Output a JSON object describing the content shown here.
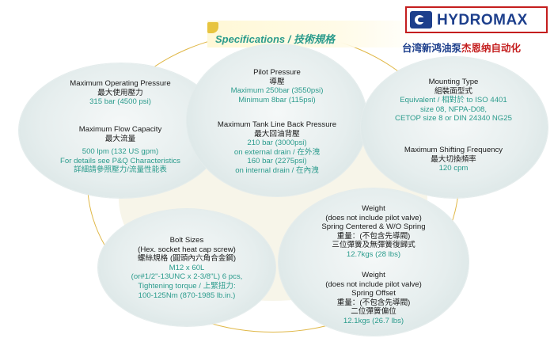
{
  "header": {
    "title": "Specifications / 技術規格"
  },
  "logo": {
    "brand": "HYDROMAX",
    "tagline_blue": "台湾新鸿油泵",
    "tagline_red": "杰恩纳自动化"
  },
  "specs": {
    "max_operating_pressure": {
      "title_en": "Maximum Operating Pressure",
      "title_zh": "最大使用壓力",
      "value": "315 bar (4500 psi)"
    },
    "max_flow_capacity": {
      "title_en": "Maximum Flow Capacity",
      "title_zh": "最大流量",
      "value_1": "500 lpm (132 US gpm)",
      "value_2": "For details see P&Q Characteristics",
      "value_3": "詳細請參照壓力/流量性能表"
    },
    "pilot_pressure": {
      "title_en": "Pilot Pressure",
      "title_zh": "導壓",
      "value_1": "Maximum 250bar (3550psi)",
      "value_2": "Minimum 8bar (115psi)"
    },
    "max_tank_back_pressure": {
      "title_en": "Maximum Tank Line Back Pressure",
      "title_zh": "最大回油背壓",
      "value_1": "210 bar (3000psi)",
      "value_2": "on external drain / 在外洩",
      "value_3": "160 bar (2275psi)",
      "value_4": "on internal drain / 在內洩"
    },
    "mounting_type": {
      "title_en": "Mounting Type",
      "title_zh": "組裝面型式",
      "value_1": "Equivalent / 相對於 to ISO 4401",
      "value_2": "size 08, NFPA-D08,",
      "value_3": "CETOP size 8 or DIN 24340 NG25"
    },
    "max_shifting_frequency": {
      "title_en": "Maximum Shifting Frequency",
      "title_zh": "最大切換頻率",
      "value": "120 cpm"
    },
    "bolt_sizes": {
      "title_en": "Bolt Sizes",
      "subtitle": "(Hex. socket heat cap screw)",
      "title_zh": "螺絲規格 (圓頭內六角合金鋼)",
      "value_1": "M12 x 60L",
      "value_2": "(or#1/2\"-13UNC x 2-3/8\"L) 6 pcs,",
      "value_3": "Tightening torque / 上緊扭力:",
      "value_4": "100-125Nm (870-1985 lb.in.)"
    },
    "weight_spring_centered": {
      "title_en": "Weight",
      "subtitle_1": "(does not include pilot valve)",
      "subtitle_2": "Spring Centered & W/O Spring",
      "zh_1": "重量：(不包含先導閥)",
      "zh_2": "三位彈簧及無彈簧復歸式",
      "value": "12.7kgs (28 lbs)"
    },
    "weight_spring_offset": {
      "title_en": "Weight",
      "subtitle_1": "(does not include pilot valve)",
      "subtitle_2": "Spring Offset",
      "zh_1": "重量：(不包含先導閥)",
      "zh_2": "二位彈簧偏位",
      "value": "12.1kgs (26.7 lbs)"
    }
  },
  "colors": {
    "accent_teal": "#2a9b8c",
    "brand_blue": "#1d3f8c",
    "brand_red": "#c41e1e",
    "ring_gold": "#e0b848"
  }
}
